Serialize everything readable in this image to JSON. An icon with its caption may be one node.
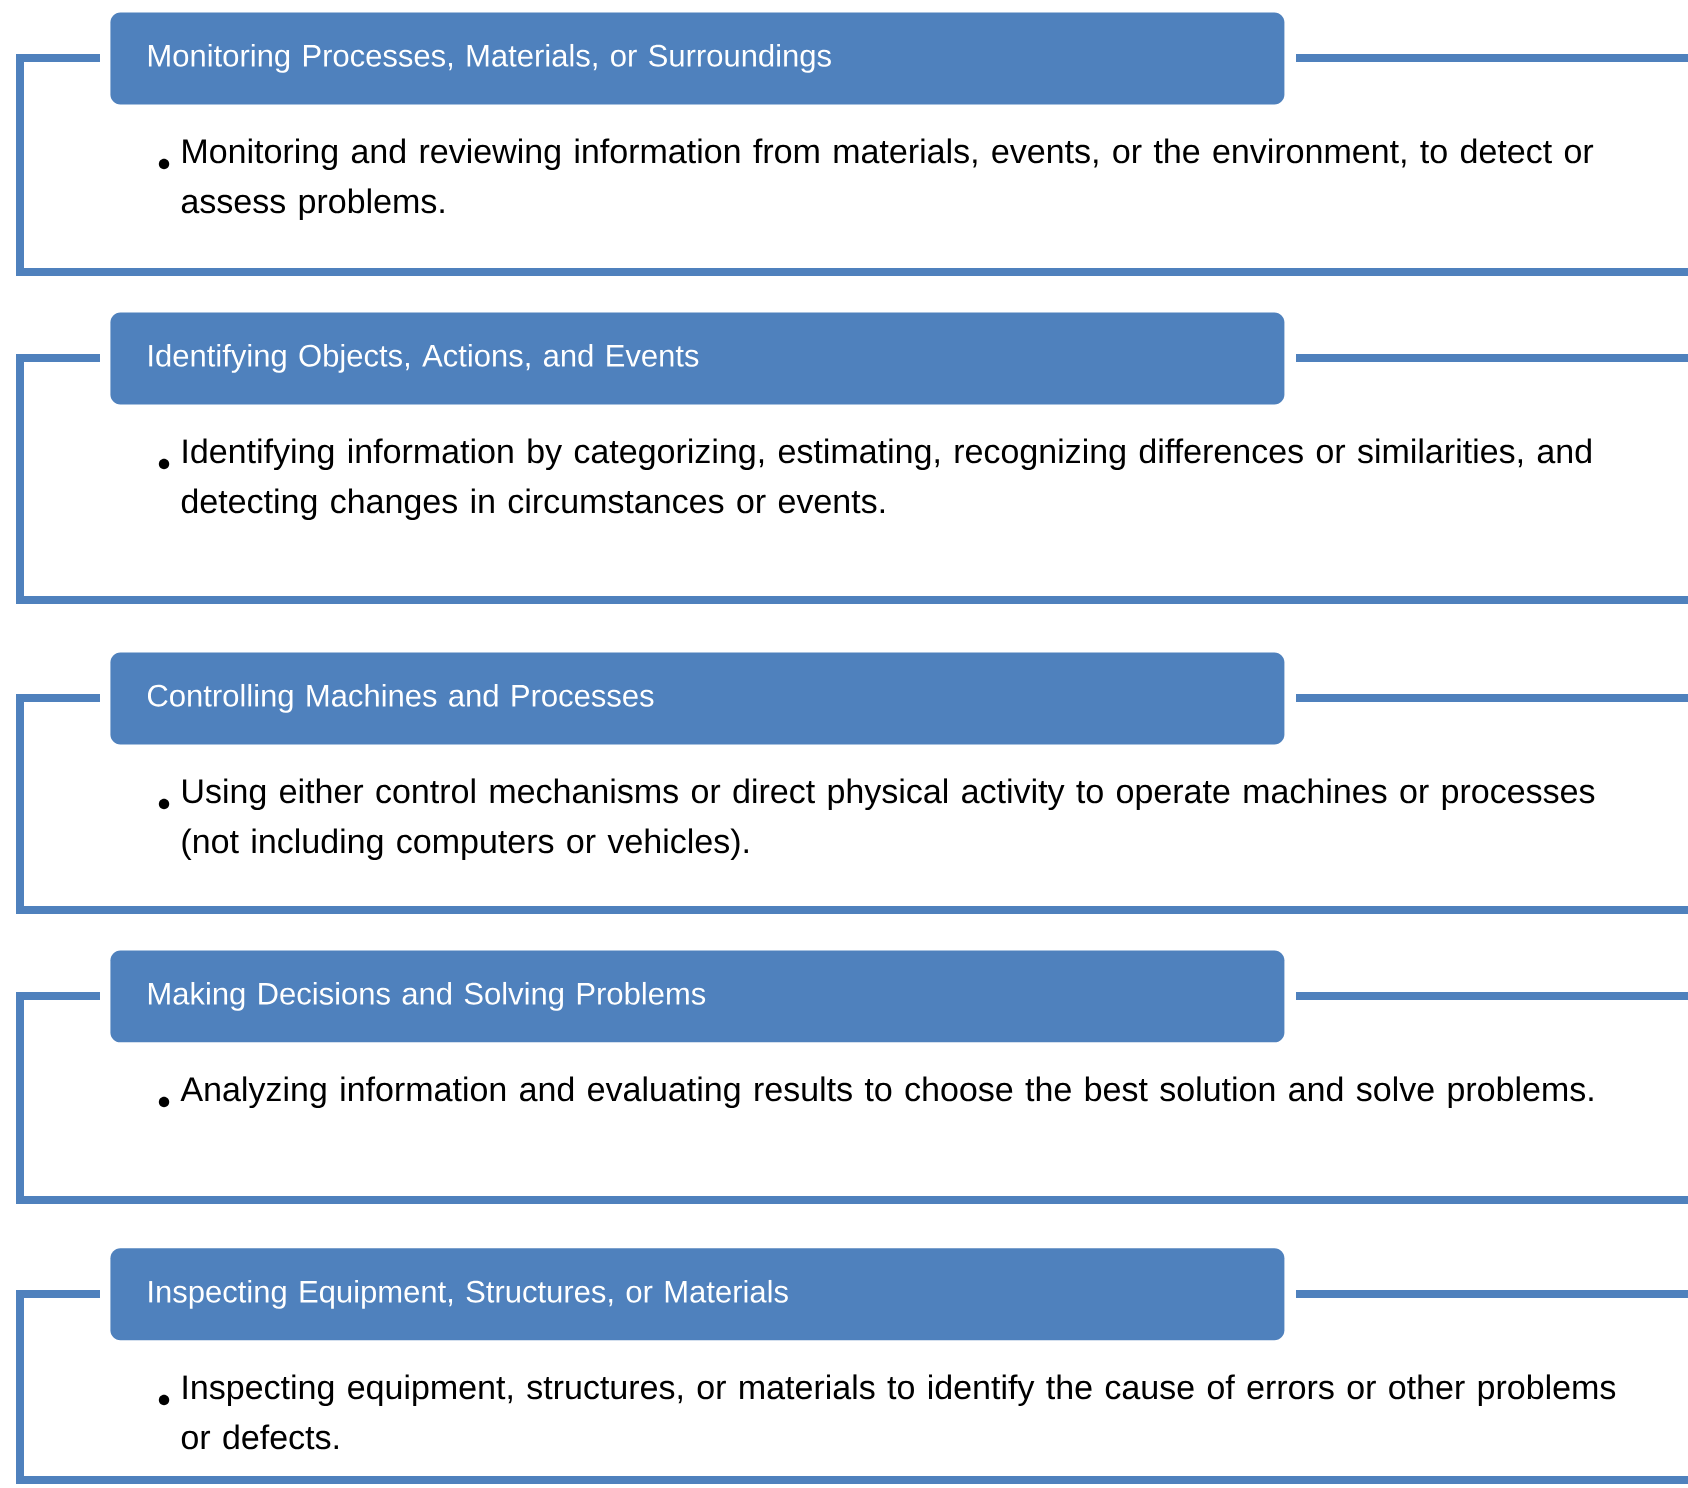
{
  "diagram": {
    "nodes": [
      {
        "text": [
          "Monitoring Processes, Materials, or Surroundings"
        ]
      },
      {
        "text": [
          "Monitoring and reviewing information from materials, events, or the environment, to detect or assess problems."
        ]
      },
      {
        "text": [
          "Identifying Objects, Actions, and Events"
        ]
      },
      {
        "text": [
          "Identifying information by categorizing, estimating, recognizing differences or similarities, and detecting changes in circumstances or events."
        ]
      },
      {
        "text": [
          "Controlling Machines and Processes"
        ]
      },
      {
        "text": [
          "Using either control mechanisms or direct physical activity to operate machines or processes (not including computers or vehicles)."
        ]
      },
      {
        "text": [
          "Making Decisions and Solving Problems"
        ]
      },
      {
        "text": [
          "Analyzing information and evaluating results to choose the best solution and solve problems."
        ]
      },
      {
        "text": [
          "Inspecting Equipment, Structures, or Materials"
        ]
      },
      {
        "text": [
          "Inspecting equipment, structures, or materials to identify the cause of errors or other problems or defects."
        ]
      }
    ]
  }
}
